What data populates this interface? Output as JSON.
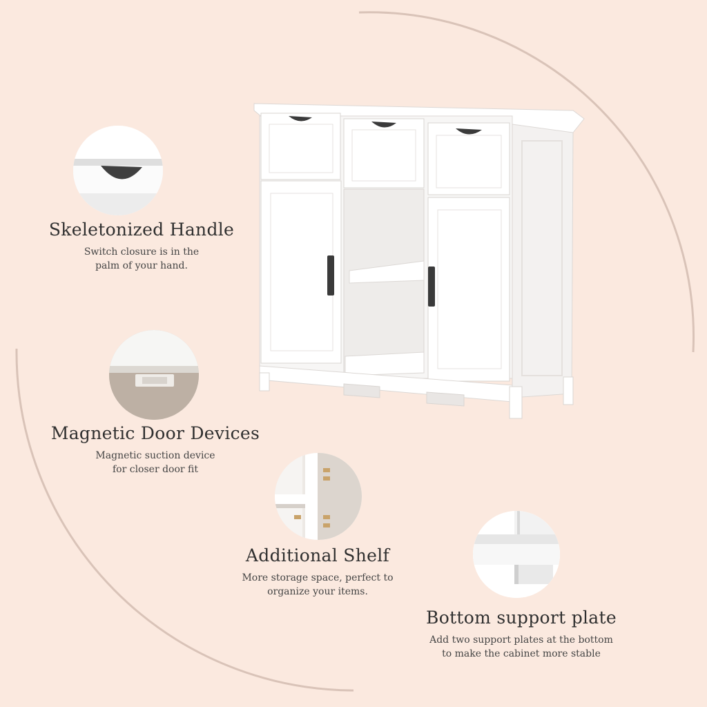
{
  "colors": {
    "background": "#fbe9df",
    "arc": "#d9c3b8",
    "cabinet_white": "#ffffff",
    "cabinet_shadow": "#e9e6e4",
    "handle_dark": "#3a3a3a",
    "title_text": "#2f2f2f",
    "desc_text": "#444444"
  },
  "features": [
    {
      "id": "skeletonized-handle",
      "icon": "drawer-cutout-handle-icon",
      "title": "Skeletonized Handle",
      "desc_line1": "Switch closure is in the",
      "desc_line2": "palm of your hand."
    },
    {
      "id": "magnetic-door-devices",
      "icon": "magnetic-catch-icon",
      "title": "Magnetic Door Devices",
      "desc_line1": "Magnetic suction device",
      "desc_line2": "for closer door fit"
    },
    {
      "id": "additional-shelf",
      "icon": "shelf-pins-icon",
      "title": "Additional Shelf",
      "desc_line1": "More storage space, perfect to",
      "desc_line2": "organize your items."
    },
    {
      "id": "bottom-support-plate",
      "icon": "support-plate-icon",
      "title": "Bottom support plate",
      "desc_line1": "Add two support plates at the bottom",
      "desc_line2": "to make the cabinet more stable"
    }
  ]
}
